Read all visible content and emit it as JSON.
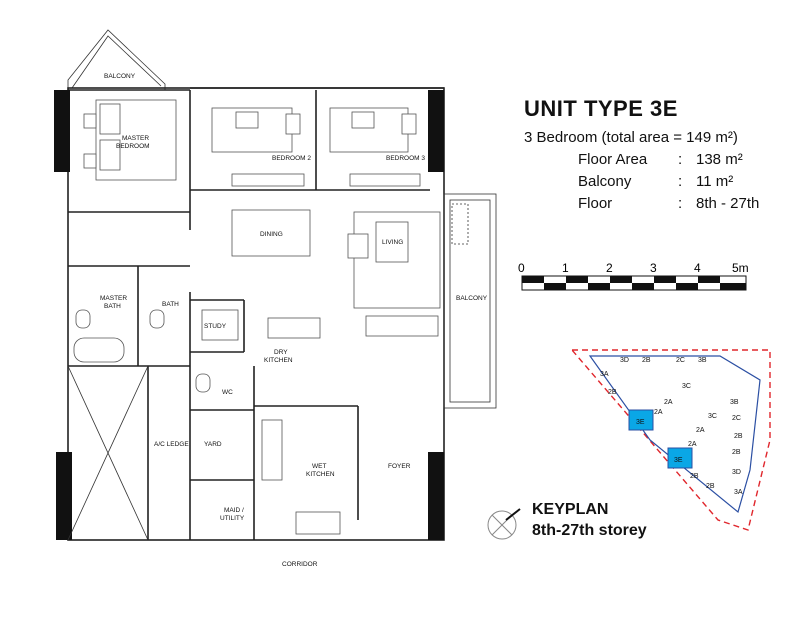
{
  "unit": {
    "title": "UNIT TYPE 3E",
    "subtitle": "3 Bedroom (total area = 149 m²)",
    "specs": [
      {
        "label": "Floor Area",
        "sep": ":",
        "value": "138 m²"
      },
      {
        "label": "Balcony",
        "sep": ":",
        "value": "11 m²"
      },
      {
        "label": "Floor",
        "sep": ":",
        "value": "8th - 27th"
      }
    ]
  },
  "scale": {
    "ticks": [
      "0",
      "1",
      "2",
      "3",
      "4",
      "5m"
    ]
  },
  "keyplan": {
    "title": "KEYPLAN",
    "storey": "8th-27th storey",
    "units": [
      "3A",
      "3D",
      "2B",
      "2B",
      "2C",
      "3B",
      "2A",
      "3C",
      "2A",
      "3E",
      "3C",
      "2C",
      "3B",
      "2A",
      "2A",
      "2B",
      "2B",
      "3E",
      "2B",
      "2B",
      "3D",
      "3A"
    ],
    "highlight_color": "#0aa7e6",
    "outline_color": "#2b4fa3",
    "dash_color": "#e0262c"
  },
  "rooms": {
    "balcony_top": "BALCONY",
    "master_bedroom_1": "MASTER",
    "master_bedroom_2": "BEDROOM",
    "bedroom2": "BEDROOM 2",
    "bedroom3": "BEDROOM 3",
    "dining": "DINING",
    "living": "LIVING",
    "balcony_right": "BALCONY",
    "master_bath_1": "MASTER",
    "master_bath_2": "BATH",
    "bath": "BATH",
    "study": "STUDY",
    "dry_kitchen_1": "DRY",
    "dry_kitchen_2": "KITCHEN",
    "wc": "WC",
    "ac_ledge": "A/C LEDGE",
    "yard": "YARD",
    "wet_kitchen_1": "WET",
    "wet_kitchen_2": "KITCHEN",
    "foyer": "FOYER",
    "maid_1": "MAID /",
    "maid_2": "UTILITY",
    "corridor": "CORRIDOR"
  }
}
